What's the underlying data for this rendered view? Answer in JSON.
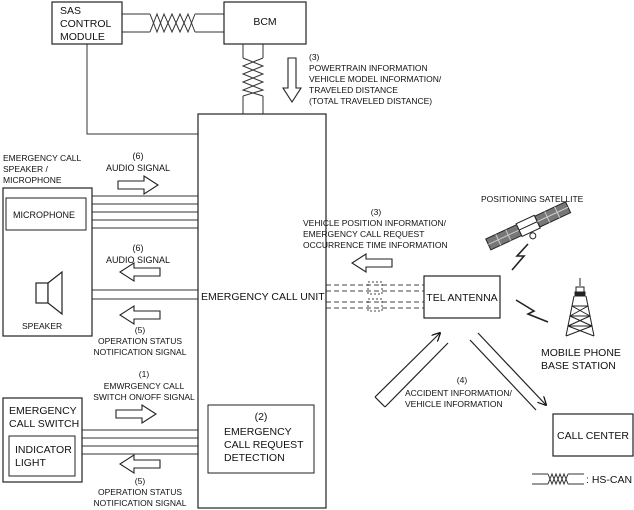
{
  "boxes": {
    "sas": [
      "SAS",
      "CONTROL",
      "MODULE"
    ],
    "bcm": "BCM",
    "microphone": "MICROPHONE",
    "speaker": "SPEAKER",
    "switch": [
      "EMERGENCY",
      "CALL SWITCH"
    ],
    "indicator": [
      "INDICATOR",
      "LIGHT"
    ],
    "ecu": "EMERGENCY CALL UNIT",
    "detection": [
      "(2)",
      "EMERGENCY",
      "CALL REQUEST",
      "DETECTION"
    ],
    "tel": "TEL ANTENNA",
    "call_center": "CALL CENTER"
  },
  "labels": {
    "sas_info": [
      "(3)",
      "POWERTRAIN INFORMATION",
      "VEHICLE MODEL INFORMATION/",
      "TRAVELED DISTANCE",
      "(TOTAL TRAVELED DISTANCE)"
    ],
    "speaker_group": [
      "EMERGENCY CALL",
      "SPEAKER /",
      "MICROPHONE"
    ],
    "audio1": [
      "(6)",
      "AUDIO SIGNAL"
    ],
    "audio2": [
      "(6)",
      "AUDIO SIGNAL"
    ],
    "op_status1": [
      "(5)",
      "OPERATION STATUS",
      "NOTIFICATION SIGNAL"
    ],
    "switch_signal": [
      "(1)",
      "EMWRGENCY CALL",
      "SWITCH ON/OFF SIGNAL"
    ],
    "op_status2": [
      "(5)",
      "OPERATION STATUS",
      "NOTIFICATION SIGNAL"
    ],
    "vehicle_position": [
      "(3)",
      "VEHICLE POSITION INFORMATION/",
      "EMERGENCY CALL REQUEST",
      "OCCURRENCE TIME INFORMATION"
    ],
    "satellite": "POSITIONING SATELLITE",
    "base_station": [
      "MOBILE PHONE",
      "BASE STATION"
    ],
    "accident": [
      "(4)",
      "ACCIDENT INFORMATION/",
      "VEHICLE INFORMATION"
    ],
    "legend": ": HS-CAN"
  }
}
